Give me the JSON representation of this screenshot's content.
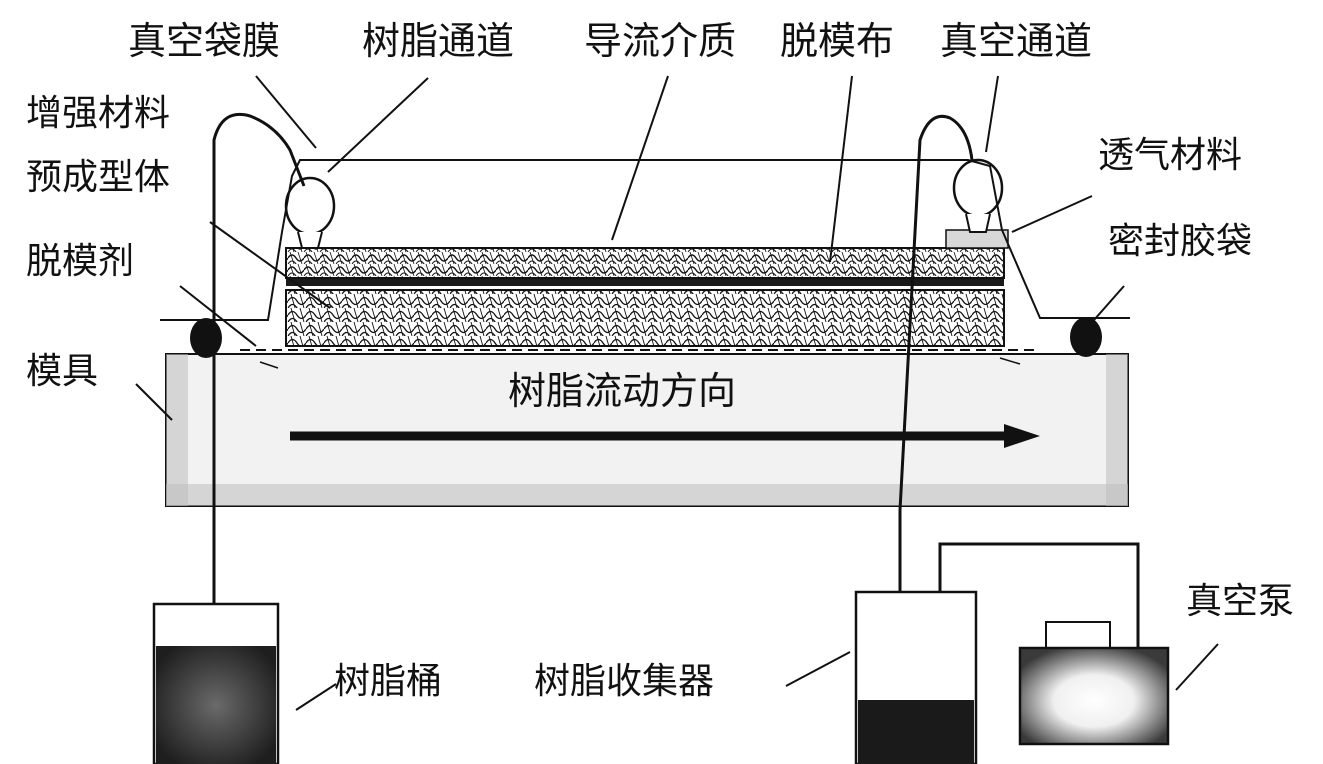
{
  "labels": {
    "vacuum_bag_film": "真空袋膜",
    "resin_channel": "树脂通道",
    "flow_medium": "导流介质",
    "peel_ply": "脱模布",
    "vacuum_channel": "真空通道",
    "reinforcement_line1": "增强材料",
    "reinforcement_line2": "预成型体",
    "breather_material": "透气材料",
    "release_agent": "脱模剂",
    "sealant_tape": "密封胶袋",
    "mold": "模具",
    "resin_flow_direction": "树脂流动方向",
    "resin_bucket": "树脂桶",
    "resin_collector": "树脂收集器",
    "vacuum_pump": "真空泵"
  },
  "colors": {
    "ink": "#111111",
    "mold_fill": "#f2f2f2",
    "resin_dark": "#2a2a2a"
  }
}
